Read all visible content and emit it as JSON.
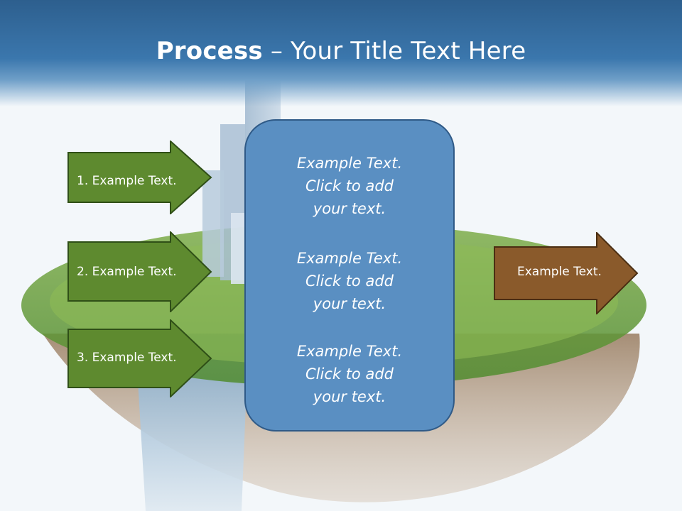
{
  "slide": {
    "title_bold": "Process",
    "title_rest": " – Your Title Text Here"
  },
  "left_steps": [
    {
      "label": "1. Example Text."
    },
    {
      "label": "2. Example Text."
    },
    {
      "label": "3. Example Text."
    }
  ],
  "center_box": {
    "blocks": [
      {
        "line1": "Example Text.",
        "line2": "Click  to add",
        "line3": "your text."
      },
      {
        "line1": "Example Text.",
        "line2": "Click  to add",
        "line3": "your text."
      },
      {
        "line1": "Example Text.",
        "line2": "Click  to add",
        "line3": "your text."
      }
    ]
  },
  "right_arrow": {
    "label": "Example Text."
  },
  "colors": {
    "title_bar": "#3b77ad",
    "green_arrow": "#5e8a2f",
    "center_box": "#5a8fc2",
    "brown_arrow": "#8a5a2b"
  }
}
